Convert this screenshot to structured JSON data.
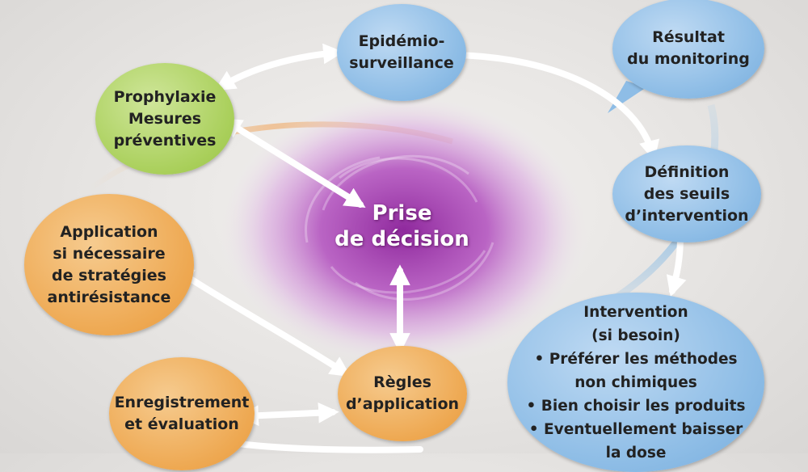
{
  "center": {
    "label": "Prise\nde décision"
  },
  "nodes": {
    "epidemio": "Epidémio-\nsurveillance",
    "resultat": "Résultat\ndu monitoring",
    "prophylaxie": "Prophylaxie\nMesures\npréventives",
    "definition": "Définition\ndes seuils\nd’intervention",
    "application": "Application\nsi nécessaire\nde stratégies\nantirésistance",
    "intervention": "Intervention\n(si besoin)\n• Préférer les méthodes\nnon chimiques\n• Bien choisir les produits\n• Eventuellement baisser\nla dose",
    "regles": "Règles\nd’application",
    "enregistrement": "Enregistrement\net évaluation"
  },
  "colors": {
    "blue": "#8ebde6",
    "green": "#a9cf5a",
    "orange": "#eea851",
    "center_glow": "#9b2aa8",
    "arrow": "#ffffff"
  }
}
